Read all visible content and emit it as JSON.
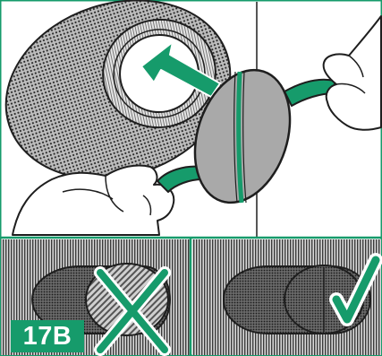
{
  "step_label": "17B",
  "colors": {
    "accent_green": "#169b6b",
    "mesh_gray": "#8c8c8c",
    "filter_gray": "#a9a9a9",
    "outline": "#1e1e1e"
  },
  "panels": [
    {
      "name": "insert-filter-panel",
      "icon": "arrow-icon"
    },
    {
      "name": "wrong-position-panel",
      "icon": "cross-icon"
    },
    {
      "name": "correct-position-panel",
      "icon": "check-icon"
    }
  ]
}
